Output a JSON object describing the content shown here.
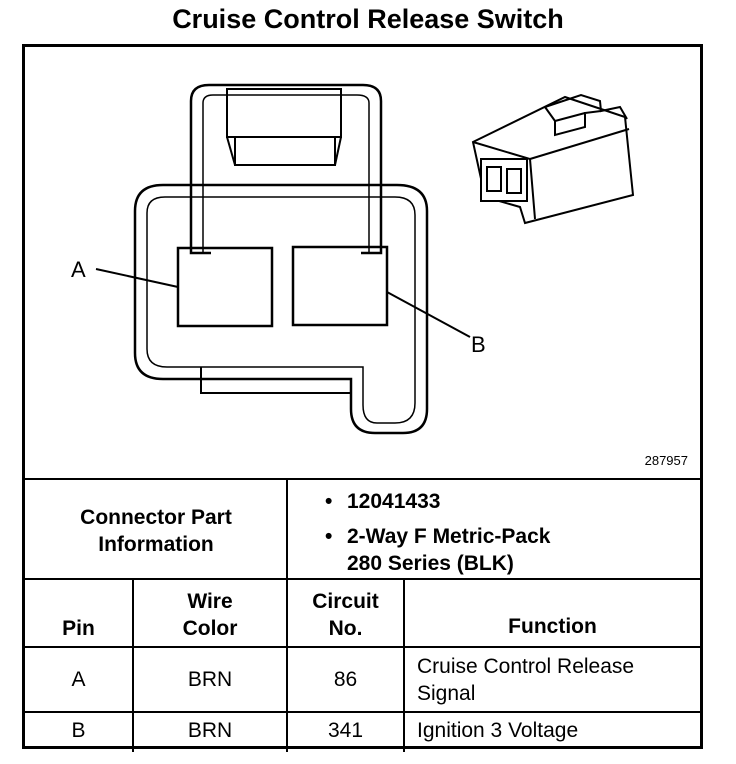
{
  "title": "Cruise Control Release Switch",
  "diagram": {
    "pin_a_label": "A",
    "pin_b_label": "B",
    "diagram_code": "287957"
  },
  "connector_info": {
    "label_line1": "Connector Part",
    "label_line2": "Information",
    "part_number": "12041433",
    "description_line1": "2-Way F Metric-Pack",
    "description_line2": "280 Series (BLK)"
  },
  "table": {
    "headers": {
      "pin": "Pin",
      "wire_color_line1": "Wire",
      "wire_color_line2": "Color",
      "circuit_line1": "Circuit",
      "circuit_line2": "No.",
      "function": "Function"
    },
    "rows": [
      {
        "pin": "A",
        "wire_color": "BRN",
        "circuit": "86",
        "function_line1": "Cruise Control Release",
        "function_line2": "Signal"
      },
      {
        "pin": "B",
        "wire_color": "BRN",
        "circuit": "341",
        "function_line1": "Ignition 3 Voltage",
        "function_line2": ""
      }
    ]
  }
}
